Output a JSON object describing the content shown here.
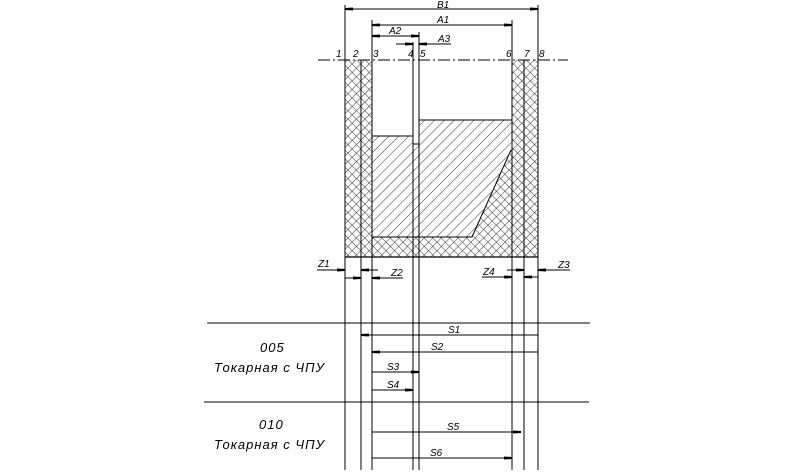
{
  "surfaces": [
    "1",
    "2",
    "3",
    "4",
    "5",
    "6",
    "7",
    "8"
  ],
  "dimensions": {
    "B1": "B1",
    "A1": "A1",
    "A2": "A2",
    "A3": "A3",
    "Z1": "Z1",
    "Z2": "Z2",
    "Z3": "Z3",
    "Z4": "Z4",
    "S1": "S1",
    "S2": "S2",
    "S3": "S3",
    "S4": "S4",
    "S5": "S5",
    "S6": "S6"
  },
  "operations": [
    {
      "number": "005",
      "name": "Токарная с ЧПУ"
    },
    {
      "number": "010",
      "name": "Токарная с ЧПУ"
    }
  ]
}
